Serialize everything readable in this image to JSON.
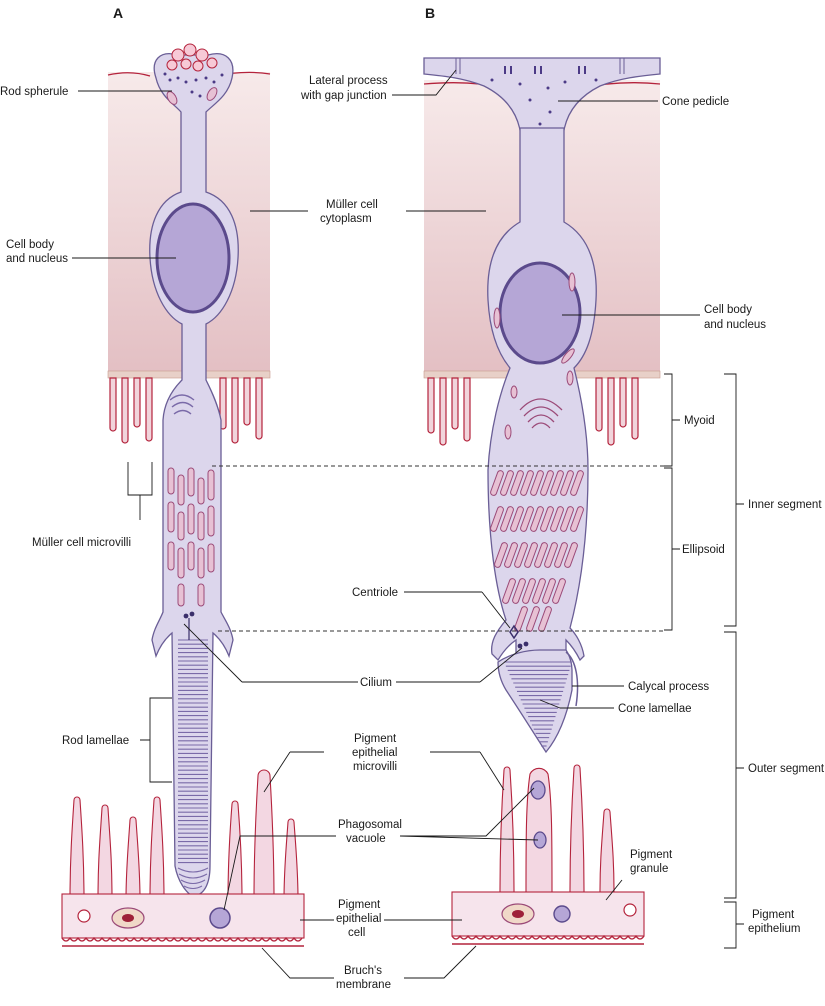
{
  "panels": {
    "a": "A",
    "b": "B"
  },
  "labels": {
    "rod_spherule": "Rod spherule",
    "lateral_process_1": "Lateral process",
    "lateral_process_2": "with gap junction",
    "cone_pedicle": "Cone pedicle",
    "muller_cyto_1": "Müller cell",
    "muller_cyto_2": "cytoplasm",
    "cellbody_a_1": "Cell body",
    "cellbody_a_2": "and nucleus",
    "cellbody_b_1": "Cell body",
    "cellbody_b_2": "and nucleus",
    "myoid": "Myoid",
    "inner_segment": "Inner segment",
    "muller_microvilli": "Müller cell microvilli",
    "ellipsoid": "Ellipsoid",
    "centriole": "Centriole",
    "cilium": "Cilium",
    "calycal_process": "Calycal process",
    "cone_lamellae": "Cone lamellae",
    "rod_lamellae": "Rod lamellae",
    "pe_microvilli_1": "Pigment",
    "pe_microvilli_2": "epithelial",
    "pe_microvilli_3": "microvilli",
    "outer_segment": "Outer segment",
    "phago_1": "Phagosomal",
    "phago_2": "vacuole",
    "pigment_granule_1": "Pigment",
    "pigment_granule_2": "granule",
    "pe_cell_1": "Pigment",
    "pe_cell_2": "epithelial",
    "pe_cell_3": "cell",
    "pigment_epithelium_1": "Pigment",
    "pigment_epithelium_2": "epithelium",
    "bruchs_1": "Bruch's",
    "bruchs_2": "membrane"
  },
  "colors": {
    "muller_fill": "#e8c9cc",
    "cell_fill": "#dcd6ec",
    "nucleus_fill": "#b5a6d6",
    "mitochondria": "#e7c1d4",
    "membrane": "#b4233c",
    "pigment_epithelium": "#f6e4ec"
  }
}
